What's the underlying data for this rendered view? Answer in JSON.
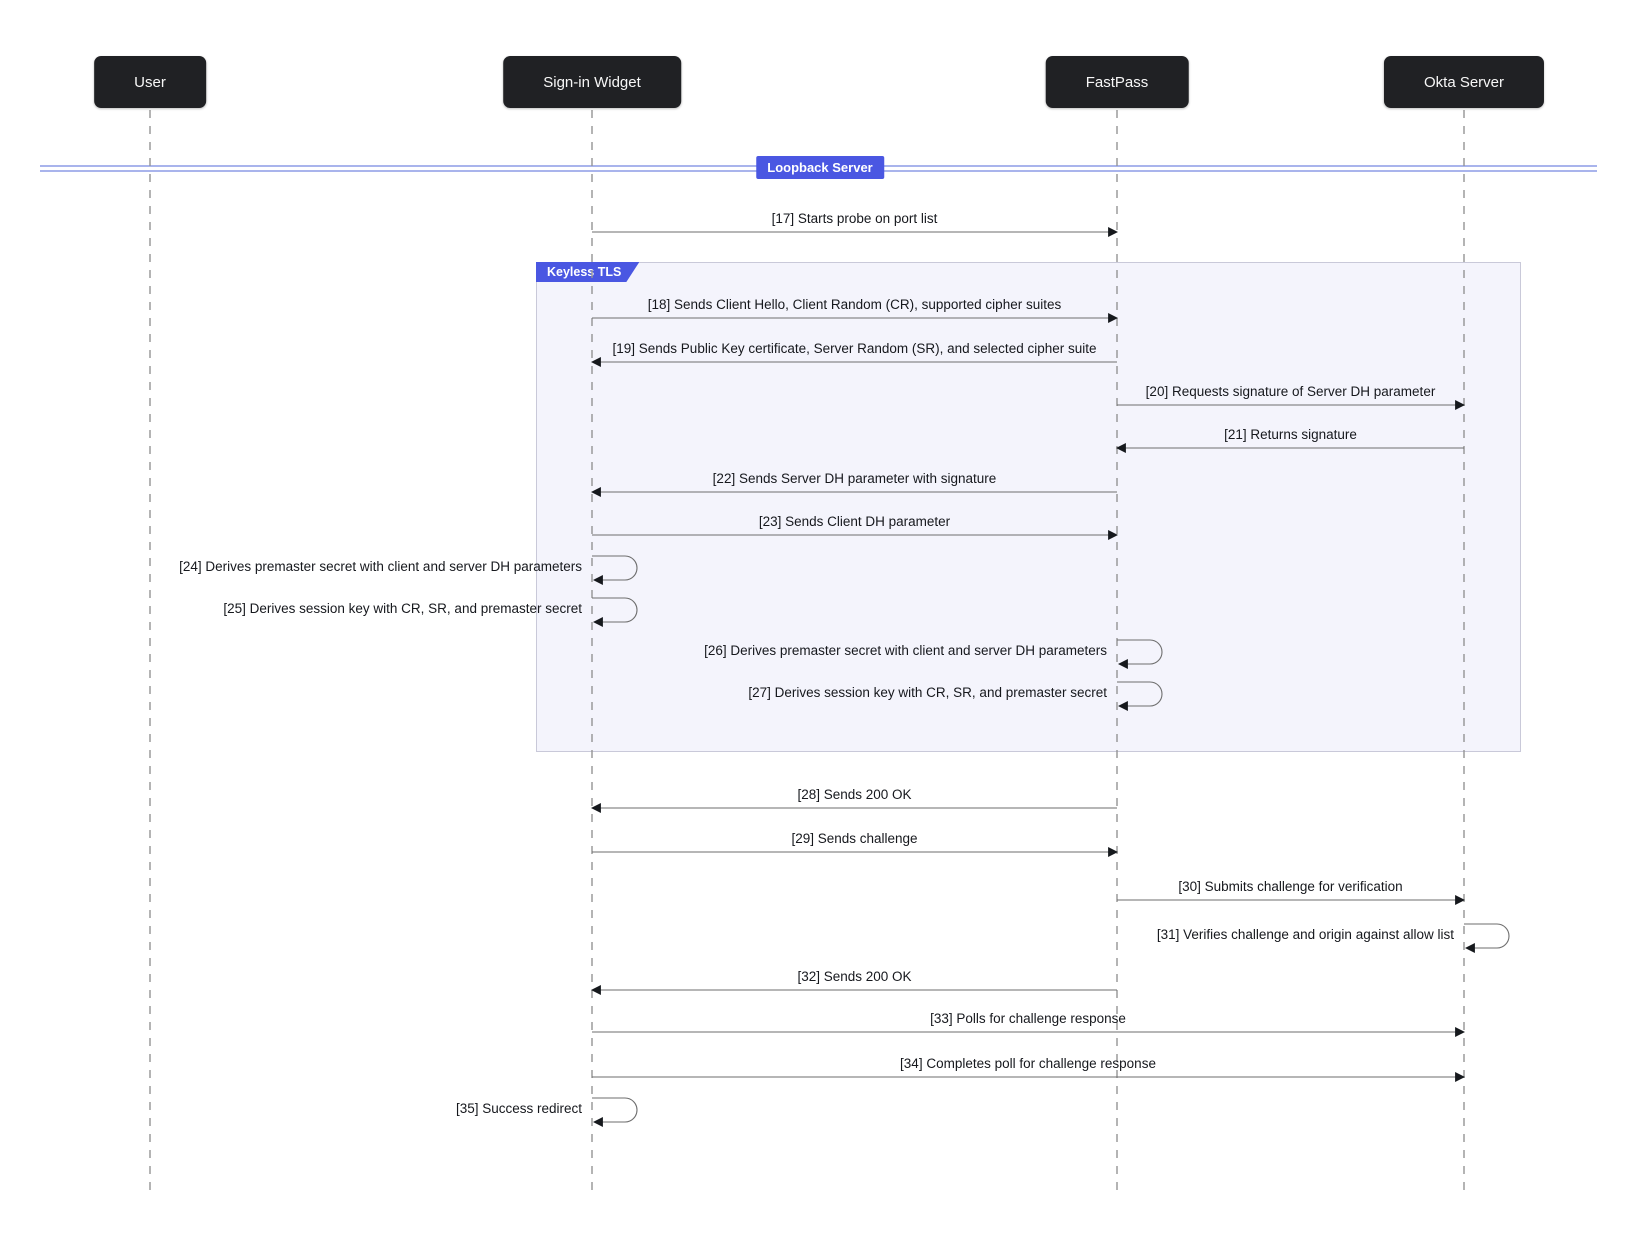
{
  "actors": [
    {
      "id": "user",
      "label": "User"
    },
    {
      "id": "signin-widget",
      "label": "Sign-in Widget"
    },
    {
      "id": "fastpass",
      "label": "FastPass"
    },
    {
      "id": "okta-server",
      "label": "Okta Server"
    }
  ],
  "divider": {
    "label": "Loopback Server"
  },
  "group": {
    "label": "Keyless TLS"
  },
  "messages": [
    {
      "seq": 17,
      "label": "[17] Starts probe on port list",
      "from": "signin-widget",
      "to": "fastpass"
    },
    {
      "seq": 18,
      "label": "[18] Sends Client Hello, Client Random (CR), supported cipher suites",
      "from": "signin-widget",
      "to": "fastpass"
    },
    {
      "seq": 19,
      "label": "[19] Sends Public Key certificate, Server Random (SR), and selected cipher suite",
      "from": "fastpass",
      "to": "signin-widget"
    },
    {
      "seq": 20,
      "label": "[20] Requests signature of Server DH parameter",
      "from": "fastpass",
      "to": "okta-server"
    },
    {
      "seq": 21,
      "label": "[21] Returns signature",
      "from": "okta-server",
      "to": "fastpass"
    },
    {
      "seq": 22,
      "label": "[22] Sends Server DH parameter with signature",
      "from": "fastpass",
      "to": "signin-widget"
    },
    {
      "seq": 23,
      "label": "[23] Sends Client DH parameter",
      "from": "signin-widget",
      "to": "fastpass"
    },
    {
      "seq": 24,
      "label": "[24] Derives premaster secret with client and server DH parameters",
      "from": "signin-widget",
      "to": "signin-widget"
    },
    {
      "seq": 25,
      "label": "[25] Derives session key with CR, SR, and premaster secret",
      "from": "signin-widget",
      "to": "signin-widget"
    },
    {
      "seq": 26,
      "label": "[26] Derives premaster secret with client and server DH parameters",
      "from": "fastpass",
      "to": "fastpass"
    },
    {
      "seq": 27,
      "label": "[27] Derives session key with CR, SR, and premaster secret",
      "from": "fastpass",
      "to": "fastpass"
    },
    {
      "seq": 28,
      "label": "[28] Sends 200 OK",
      "from": "fastpass",
      "to": "signin-widget"
    },
    {
      "seq": 29,
      "label": "[29] Sends challenge",
      "from": "signin-widget",
      "to": "fastpass"
    },
    {
      "seq": 30,
      "label": "[30] Submits challenge for verification",
      "from": "fastpass",
      "to": "okta-server"
    },
    {
      "seq": 31,
      "label": "[31] Verifies challenge and origin against allow list",
      "from": "okta-server",
      "to": "okta-server"
    },
    {
      "seq": 32,
      "label": "[32] Sends 200 OK",
      "from": "fastpass",
      "to": "signin-widget"
    },
    {
      "seq": 33,
      "label": "[33] Polls for challenge response",
      "from": "signin-widget",
      "to": "okta-server"
    },
    {
      "seq": 34,
      "label": "[34] Completes poll for challenge response",
      "from": "signin-widget",
      "to": "okta-server"
    },
    {
      "seq": 35,
      "label": "[35] Success redirect",
      "from": "signin-widget",
      "to": "signin-widget"
    }
  ],
  "colors": {
    "accent_blue": "#4a57e2",
    "divider_line_blue": "#a9b4ec",
    "group_fill": "#f4f4fc",
    "group_border": "#c9c9d9",
    "actor_fill": "#202124",
    "actor_text": "#f7f7f7",
    "arrow_line": "#6e6e6e",
    "arrowhead": "#16191d",
    "lifeline": "#949494",
    "label_text": "#16181d"
  }
}
